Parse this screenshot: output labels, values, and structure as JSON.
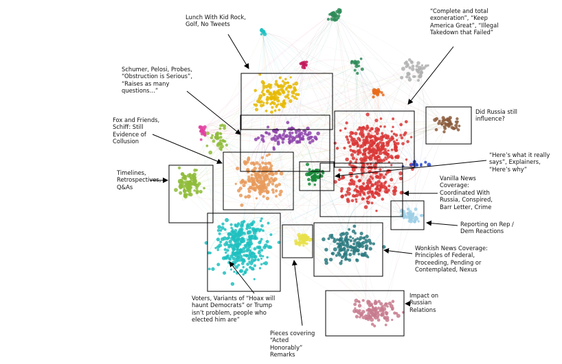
{
  "annotations": [
    {
      "id": "lunch",
      "text": "Lunch With Kid Rock,\nGolf, No Tweets"
    },
    {
      "id": "exoneration",
      "text": "“Complete and total\nexoneration”, “Keep\nAmerica Great”, “Illegal\nTakedown that Failed”"
    },
    {
      "id": "schumer",
      "text": "Schumer, Pelosi, Probes,\n“Obstruction is Serious”,\n“Raises as many\nquestions…”"
    },
    {
      "id": "russia-influence",
      "text": "Did Russia still\ninfluence?"
    },
    {
      "id": "fox",
      "text": "Fox and Friends,\nSchiff: Still\nEvidence of\nCollusion"
    },
    {
      "id": "explainers",
      "text": "“Here’s what it really\nsays”, Explainers,\n“Here’s why”"
    },
    {
      "id": "timelines",
      "text": "Timelines,\nRetrospectives,\nQ&As"
    },
    {
      "id": "vanilla",
      "text": "Vanilla News\nCoverage:\nCoordinated With\nRussia, Conspired,\nBarr Letter, Crime"
    },
    {
      "id": "reporting",
      "text": "Reporting on Rep /\nDem Reactions"
    },
    {
      "id": "wonkish",
      "text": "Wonkish News Coverage:\nPrinciples of Federal,\nProceeding, Pending or\nContemplated, Nexus"
    },
    {
      "id": "impact",
      "text": "Impact on\nRussian\nRelations"
    },
    {
      "id": "voters",
      "text": "Voters, Variants of “Hoax will\nhaunt Democrats” or Trump\nisn’t problem, people who\nelected him are”"
    },
    {
      "id": "acted",
      "text": "Pieces covering\n“Acted\nHonorably”\nRemarks"
    }
  ],
  "clusters": [
    {
      "id": "yellow-gold",
      "color": "#e6b800"
    },
    {
      "id": "purple",
      "color": "#8e44ad"
    },
    {
      "id": "red",
      "color": "#d93636"
    },
    {
      "id": "brown",
      "color": "#8b5a3c"
    },
    {
      "id": "lime-green",
      "color": "#8fbc3a"
    },
    {
      "id": "peach-orange",
      "color": "#e89a5a"
    },
    {
      "id": "dark-green",
      "color": "#1a8a3a"
    },
    {
      "id": "light-blue",
      "color": "#9dcfe6"
    },
    {
      "id": "cyan",
      "color": "#1fbfbf"
    },
    {
      "id": "yellow",
      "color": "#e8e04a"
    },
    {
      "id": "teal",
      "color": "#2a7a80"
    },
    {
      "id": "mauve",
      "color": "#c77b8e"
    },
    {
      "id": "orange",
      "color": "#e86a1a"
    },
    {
      "id": "gray",
      "color": "#b0b0b0"
    },
    {
      "id": "magenta",
      "color": "#c2185b"
    },
    {
      "id": "pink",
      "color": "#e040a0"
    },
    {
      "id": "blue",
      "color": "#2a4ad0"
    },
    {
      "id": "forest-green",
      "color": "#2e8b57"
    }
  ]
}
